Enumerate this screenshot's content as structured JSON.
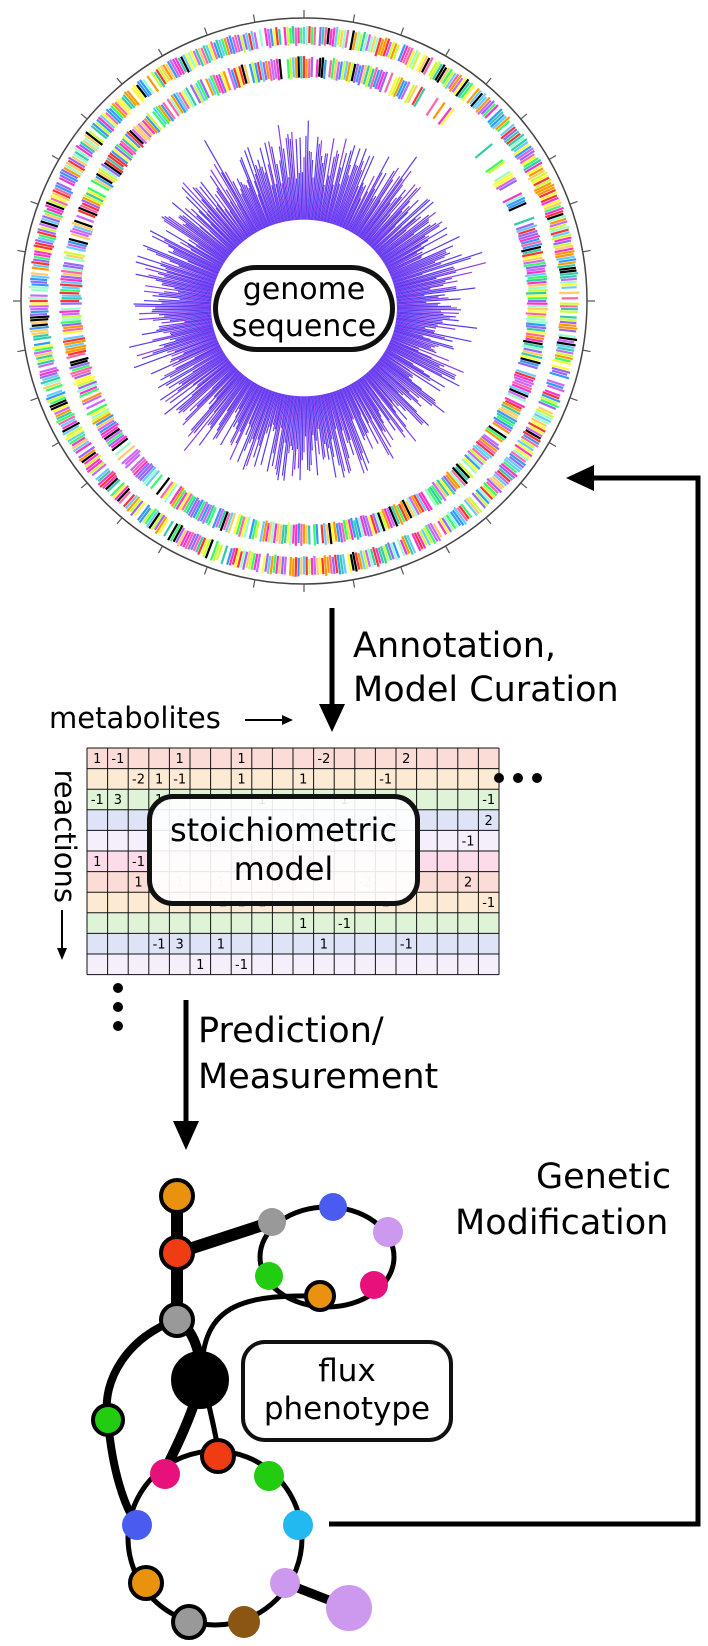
{
  "genome": {
    "label_line1": "genome",
    "label_line2": "sequence"
  },
  "annotation": {
    "line1": "Annotation,",
    "line2": "Model Curation"
  },
  "matrix": {
    "metabolites_label": "metabolites",
    "reactions_label": "reactions",
    "model_line1": "stoichiometric",
    "model_line2": "model",
    "row_colors": [
      "#fcdcd6",
      "#fcead4",
      "#dff3d6",
      "#dfe3f8",
      "#f5eefb",
      "#fcdcea",
      "#fcdcd6",
      "#fcead4",
      "#dff3d6",
      "#dfe3f8",
      "#f5eefb"
    ],
    "cells": [
      [
        0,
        0,
        "1"
      ],
      [
        0,
        1,
        "-1"
      ],
      [
        0,
        4,
        "1"
      ],
      [
        0,
        7,
        "1"
      ],
      [
        0,
        11,
        "-2"
      ],
      [
        0,
        15,
        "2"
      ],
      [
        1,
        2,
        "-2"
      ],
      [
        1,
        3,
        "1"
      ],
      [
        1,
        4,
        "-1"
      ],
      [
        1,
        7,
        "1"
      ],
      [
        1,
        10,
        "1"
      ],
      [
        1,
        14,
        "-1"
      ],
      [
        2,
        0,
        "-1"
      ],
      [
        2,
        1,
        "3"
      ],
      [
        2,
        3,
        "1"
      ],
      [
        2,
        8,
        "1"
      ],
      [
        2,
        12,
        "1"
      ],
      [
        2,
        19,
        "-1"
      ],
      [
        3,
        19,
        "2"
      ],
      [
        4,
        18,
        "-1"
      ],
      [
        5,
        0,
        "1"
      ],
      [
        5,
        2,
        "-1"
      ],
      [
        6,
        2,
        "1"
      ],
      [
        6,
        18,
        "2"
      ],
      [
        7,
        19,
        "-1"
      ],
      [
        8,
        10,
        "1"
      ],
      [
        8,
        12,
        "-1"
      ],
      [
        9,
        3,
        "-1"
      ],
      [
        9,
        4,
        "3"
      ],
      [
        9,
        6,
        "1"
      ],
      [
        9,
        11,
        "1"
      ],
      [
        9,
        15,
        "-1"
      ],
      [
        10,
        5,
        "1"
      ],
      [
        10,
        7,
        "-1"
      ]
    ],
    "faint_cells": [
      [
        3,
        4,
        "1"
      ],
      [
        3,
        6,
        "-1"
      ],
      [
        3,
        10,
        "1"
      ],
      [
        3,
        14,
        "-2"
      ],
      [
        6,
        4,
        "1"
      ],
      [
        6,
        6,
        "1"
      ],
      [
        6,
        13,
        "-2"
      ],
      [
        7,
        6,
        "-2"
      ],
      [
        7,
        7,
        "1"
      ],
      [
        7,
        8,
        "1"
      ],
      [
        7,
        14,
        "1"
      ]
    ]
  },
  "prediction": {
    "line1": "Prediction/",
    "line2": "Measurement"
  },
  "genetic": {
    "line1": "Genetic",
    "line2": "Modification"
  },
  "flux": {
    "line1": "flux",
    "line2": "phenotype"
  },
  "network_node_colors": {
    "orange": "#e8920e",
    "red": "#f03c12",
    "gray": "#999999",
    "black": "#000000",
    "green": "#22cc11",
    "blue": "#4a5cf0",
    "lilac": "#cc99ee",
    "magenta": "#e8107a",
    "cyan": "#22b8f0",
    "brown": "#8b5513"
  }
}
